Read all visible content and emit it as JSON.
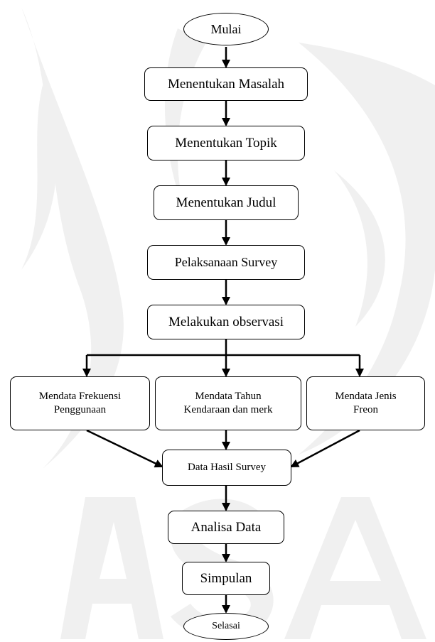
{
  "flowchart": {
    "start": "Mulai",
    "steps": [
      "Menentukan Masalah",
      "Menentukan Topik",
      "Menentukan Judul",
      "Pelaksanaan Survey",
      "Melakukan observasi"
    ],
    "branches": [
      "Mendata Frekuensi\nPenggunaan",
      "Mendata Tahun\nKendaraan dan merk",
      "Mendata Jenis\nFreon"
    ],
    "merge": "Data Hasil Survey",
    "analysis": "Analisa Data",
    "conclusion": "Simpulan",
    "end": "Selasai"
  }
}
